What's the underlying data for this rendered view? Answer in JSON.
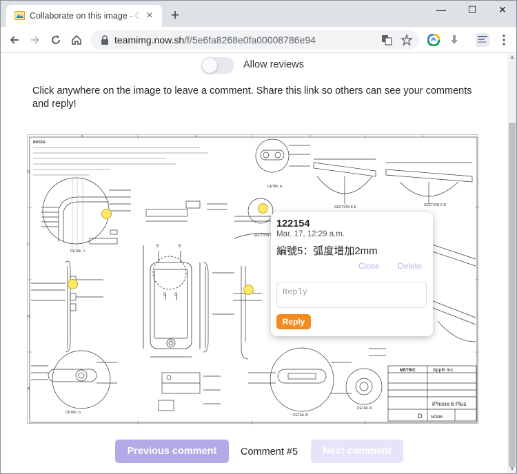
{
  "browser": {
    "tab_title": "Collaborate on this image - Co",
    "new_tab": "+",
    "close_tab": "×",
    "url_host": "teamimg.now.sh",
    "url_path": "/f/5e6fa8268e0fa00008786e94"
  },
  "window_controls": {
    "minimize": "—",
    "maximize": "☐",
    "close": "✕"
  },
  "page": {
    "toggle_label": "Allow reviews",
    "instructions": "Click anywhere on the image to leave a comment. Share this link so others can see your comments and reply!"
  },
  "comment": {
    "author": "122154",
    "timestamp": "Mar. 17, 12:29 a.m.",
    "text": "編號5：弧度增加2mm",
    "close_label": "Close",
    "delete_label": "Delete",
    "reply_placeholder": "Reply",
    "reply_button": "Reply"
  },
  "navigation": {
    "prev_label": "Previous comment",
    "comment_counter": "Comment #5",
    "next_label": "Next comment"
  },
  "drawing": {
    "notes_title": "NOTES:",
    "title_block": {
      "company": "Apple Inc.",
      "product": "iPhone 6 Plus",
      "units": "METRIC",
      "scale": "NONE",
      "size": "D"
    },
    "column_labels": [
      "4",
      "3",
      "2",
      "1"
    ],
    "row_labels": [
      "D",
      "C",
      "B",
      "A"
    ],
    "callouts": [
      "DETAIL A",
      "DETAIL B",
      "DETAIL J",
      "DETAIL G",
      "DETAIL K",
      "SECTION E-E",
      "SECTION D-D",
      "SECTION C-C",
      "E",
      "E",
      "C",
      "C"
    ]
  },
  "colors": {
    "accent": "#f28a1e",
    "prev_button": "#b4a8e6",
    "next_button": "#e6e4f8",
    "action_link": "#b3b3ee",
    "marker_fill": "#fde868"
  }
}
